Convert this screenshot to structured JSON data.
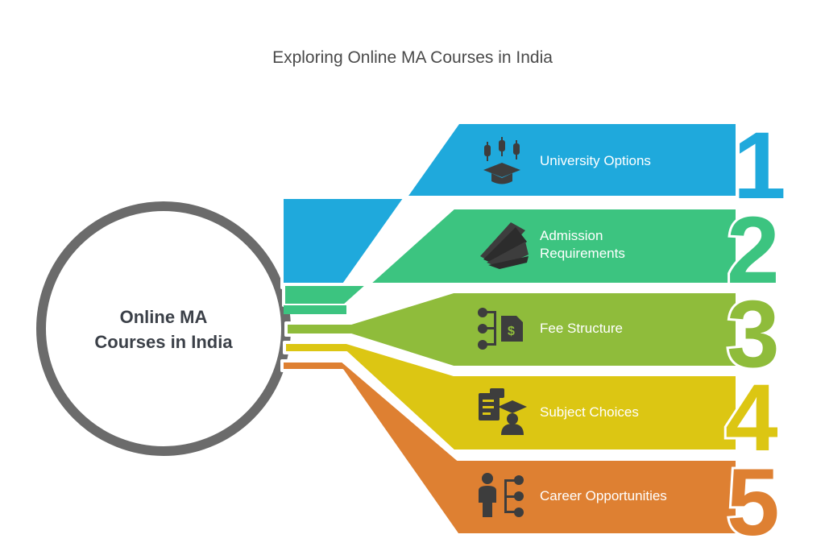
{
  "title": "Exploring Online MA Courses in India",
  "center": {
    "line1": "Online MA",
    "line2": "Courses in India",
    "ring_color": "#6b6b6b"
  },
  "items": [
    {
      "number": "1",
      "line1": "University Options",
      "line2": "",
      "color": "#1fa9dc",
      "icon": "university-icon"
    },
    {
      "number": "2",
      "line1": "Admission",
      "line2": "Requirements",
      "color": "#3cc480",
      "icon": "documents-icon"
    },
    {
      "number": "3",
      "line1": "Fee Structure",
      "line2": "",
      "color": "#8fbc3b",
      "icon": "fee-structure-icon"
    },
    {
      "number": "4",
      "line1": "Subject Choices",
      "line2": "",
      "color": "#dcc613",
      "icon": "subject-choices-icon"
    },
    {
      "number": "5",
      "line1": "Career Opportunities",
      "line2": "",
      "color": "#de8032",
      "icon": "career-network-icon"
    }
  ]
}
